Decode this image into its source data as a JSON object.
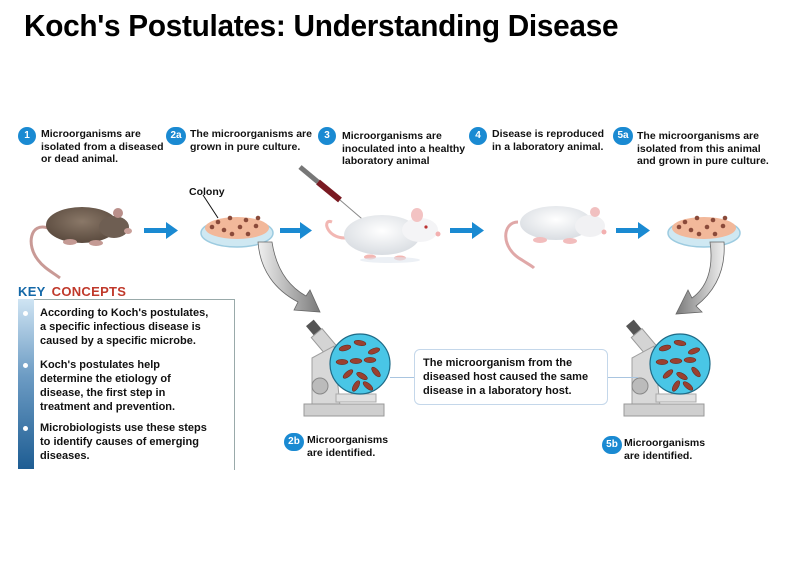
{
  "title": "Koch's Postulates: Understanding Disease",
  "colors": {
    "badge": "#1a8ad2",
    "flow_arrow": "#1a8ad2",
    "key_blue": "#1468a8",
    "key_red": "#c0392b",
    "culture_agar": "#f2b89a",
    "colony": "#8a4a3a",
    "microscope_view": "#49c6e6",
    "bacteria": "#9a4030"
  },
  "steps": [
    {
      "badge": "1",
      "text_lines": [
        "Microorganisms are",
        "isolated from a diseased",
        "or dead animal."
      ],
      "image": "diseased-mouse"
    },
    {
      "badge": "2a",
      "text_lines": [
        "The microorganisms are",
        "grown in pure culture."
      ],
      "image": "petri-dish-culture"
    },
    {
      "badge": "3",
      "text_lines": [
        "Microorganisms are",
        "inoculated into a healthy",
        "laboratory animal"
      ],
      "image": "healthy-mouse-syringe"
    },
    {
      "badge": "4",
      "text_lines": [
        "Disease is reproduced",
        "in a laboratory animal."
      ],
      "image": "sick-lab-mouse"
    },
    {
      "badge": "5a",
      "text_lines": [
        "The microorganisms are",
        "isolated from this animal",
        "and grown in pure culture."
      ],
      "image": "petri-dish-culture"
    }
  ],
  "colony_label": "Colony",
  "identify_steps": [
    {
      "badge": "2b",
      "text_lines": [
        "Microorganisms",
        "are identified."
      ],
      "image": "microscope"
    },
    {
      "badge": "5b",
      "text_lines": [
        "Microorganisms",
        "are identified."
      ],
      "image": "microscope"
    }
  ],
  "conclusion_lines": [
    "The microorganism from the",
    "diseased host caused the same",
    "disease in a laboratory host."
  ],
  "key_concepts": {
    "heading_part1": "KEY",
    "heading_part2": "CONCEPTS",
    "items": [
      {
        "lines": [
          "According to Koch's postulates,",
          "a specific infectious disease is",
          "caused by a specific microbe."
        ]
      },
      {
        "lines": [
          "Koch's postulates help",
          "determine the etiology of",
          "disease, the first step in",
          "treatment and prevention."
        ]
      },
      {
        "lines": [
          "Microbiologists use these steps",
          "to identify causes of emerging",
          "diseases."
        ]
      }
    ]
  }
}
